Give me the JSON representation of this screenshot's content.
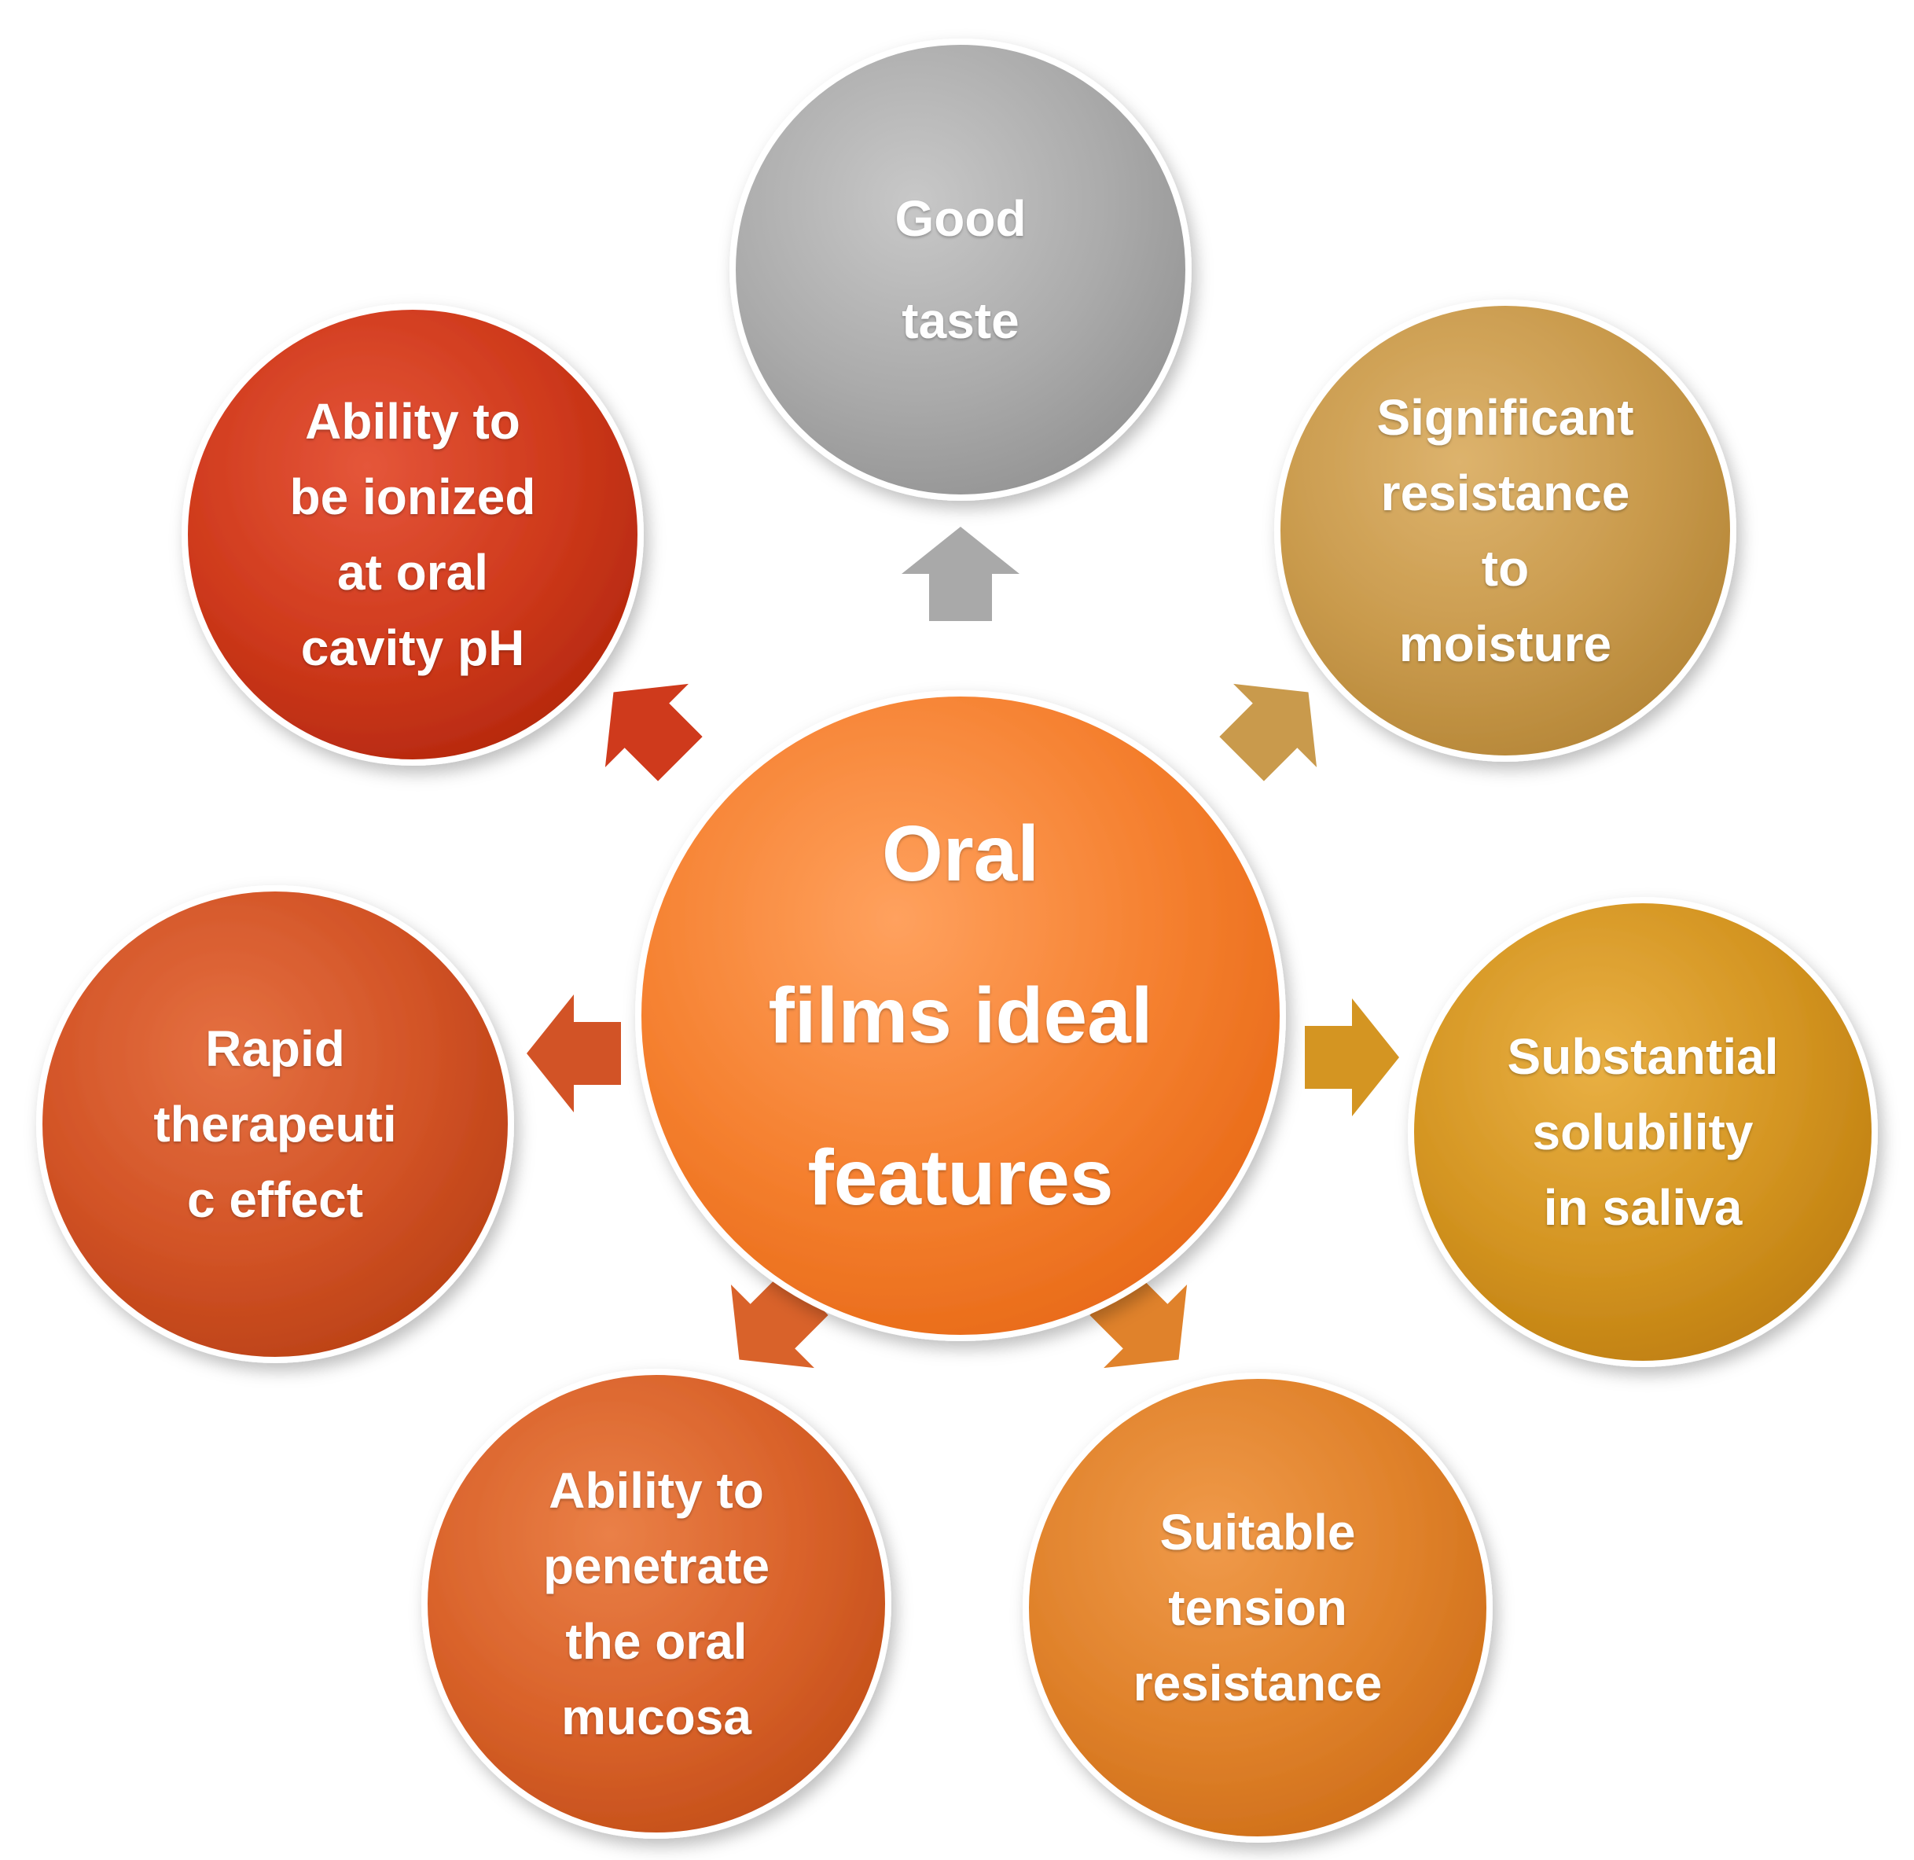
{
  "diagram": {
    "center": {
      "lines": [
        "Oral",
        "films ideal",
        "features"
      ],
      "color": "#f27a2c"
    },
    "features": [
      {
        "key": "taste",
        "lines": [
          "Good",
          "taste"
        ],
        "color": "#a9a9a9"
      },
      {
        "key": "moisture",
        "lines": [
          "Significant",
          "resistance",
          "to",
          "moisture"
        ],
        "color": "#c99a4c"
      },
      {
        "key": "solubility",
        "lines": [
          "Substantial",
          "solubility",
          "in saliva"
        ],
        "color": "#d49522"
      },
      {
        "key": "tension",
        "lines": [
          "Suitable",
          "tension",
          "resistance"
        ],
        "color": "#e0822b"
      },
      {
        "key": "mucosa",
        "lines": [
          "Ability to",
          "penetrate",
          "the oral",
          "mucosa"
        ],
        "color": "#d9622a"
      },
      {
        "key": "therapeutic",
        "lines": [
          "Rapid",
          "therapeuti",
          "c effect"
        ],
        "color": "#d25326"
      },
      {
        "key": "ionized",
        "lines": [
          "Ability to",
          "be ionized",
          "at oral",
          "cavity pH"
        ],
        "color": "#cf3a1c"
      }
    ]
  }
}
